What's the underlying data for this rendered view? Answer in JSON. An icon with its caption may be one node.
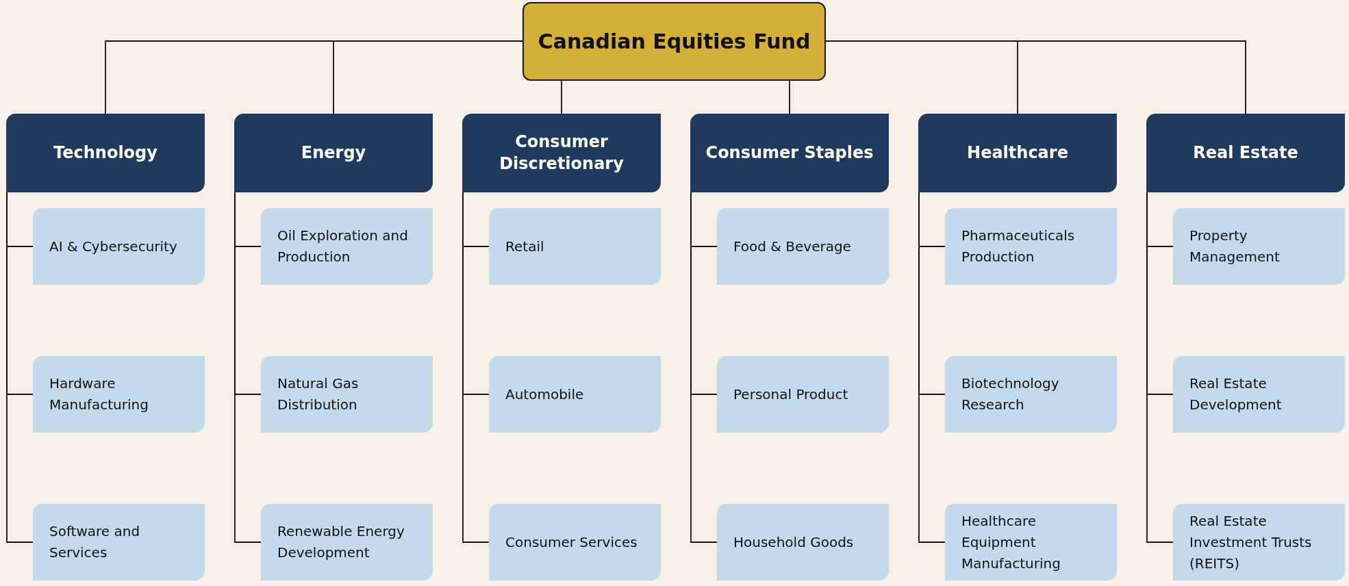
{
  "diagram": {
    "nodes": [
      {
        "text": [
          "Canadian Equities Fund"
        ]
      },
      {
        "text": [
          "Technology"
        ]
      },
      {
        "text": [
          "AI & Cybersecurity"
        ]
      },
      {
        "text": [
          "Hardware Manufacturing"
        ]
      },
      {
        "text": [
          "Software and Services"
        ]
      },
      {
        "text": [
          "Energy"
        ]
      },
      {
        "text": [
          "Oil Exploration and Production"
        ]
      },
      {
        "text": [
          "Natural Gas Distribution"
        ]
      },
      {
        "text": [
          "Renewable Energy Development"
        ]
      },
      {
        "text": [
          "Consumer Discretionary"
        ]
      },
      {
        "text": [
          "Retail"
        ]
      },
      {
        "text": [
          "Automobile"
        ]
      },
      {
        "text": [
          "Consumer Services"
        ]
      },
      {
        "text": [
          "Consumer Staples"
        ]
      },
      {
        "text": [
          "Food & Beverage"
        ]
      },
      {
        "text": [
          "Personal Product"
        ]
      },
      {
        "text": [
          "Household Goods"
        ]
      },
      {
        "text": [
          "Healthcare"
        ]
      },
      {
        "text": [
          "Pharmaceuticals Production"
        ]
      },
      {
        "text": [
          "Biotechnology Research"
        ]
      },
      {
        "text": [
          "Healthcare Equipment Manufacturing"
        ]
      },
      {
        "text": [
          "Real Estate"
        ]
      },
      {
        "text": [
          "Property Management"
        ]
      },
      {
        "text": [
          "Real Estate Development"
        ]
      },
      {
        "text": [
          "Real Estate Investment Trusts (REITS)"
        ]
      }
    ],
    "edges": [
      {
        "from": 0,
        "to": 1,
        "arrow": "none"
      },
      {
        "from": 0,
        "to": 5,
        "arrow": "none"
      },
      {
        "from": 0,
        "to": 9,
        "arrow": "none"
      },
      {
        "from": 0,
        "to": 13,
        "arrow": "none"
      },
      {
        "from": 0,
        "to": 17,
        "arrow": "none"
      },
      {
        "from": 0,
        "to": 21,
        "arrow": "none"
      },
      {
        "from": 1,
        "to": 2,
        "arrow": "none"
      },
      {
        "from": 1,
        "to": 3,
        "arrow": "none"
      },
      {
        "from": 1,
        "to": 4,
        "arrow": "none"
      },
      {
        "from": 5,
        "to": 6,
        "arrow": "none"
      },
      {
        "from": 5,
        "to": 7,
        "arrow": "none"
      },
      {
        "from": 5,
        "to": 8,
        "arrow": "none"
      },
      {
        "from": 9,
        "to": 10,
        "arrow": "none"
      },
      {
        "from": 9,
        "to": 11,
        "arrow": "none"
      },
      {
        "from": 9,
        "to": 12,
        "arrow": "none"
      },
      {
        "from": 13,
        "to": 14,
        "arrow": "none"
      },
      {
        "from": 13,
        "to": 15,
        "arrow": "none"
      },
      {
        "from": 13,
        "to": 16,
        "arrow": "none"
      },
      {
        "from": 17,
        "to": 18,
        "arrow": "none"
      },
      {
        "from": 17,
        "to": 19,
        "arrow": "none"
      },
      {
        "from": 17,
        "to": 20,
        "arrow": "none"
      },
      {
        "from": 21,
        "to": 22,
        "arrow": "none"
      },
      {
        "from": 21,
        "to": 23,
        "arrow": "none"
      },
      {
        "from": 21,
        "to": 24,
        "arrow": "none"
      }
    ]
  }
}
